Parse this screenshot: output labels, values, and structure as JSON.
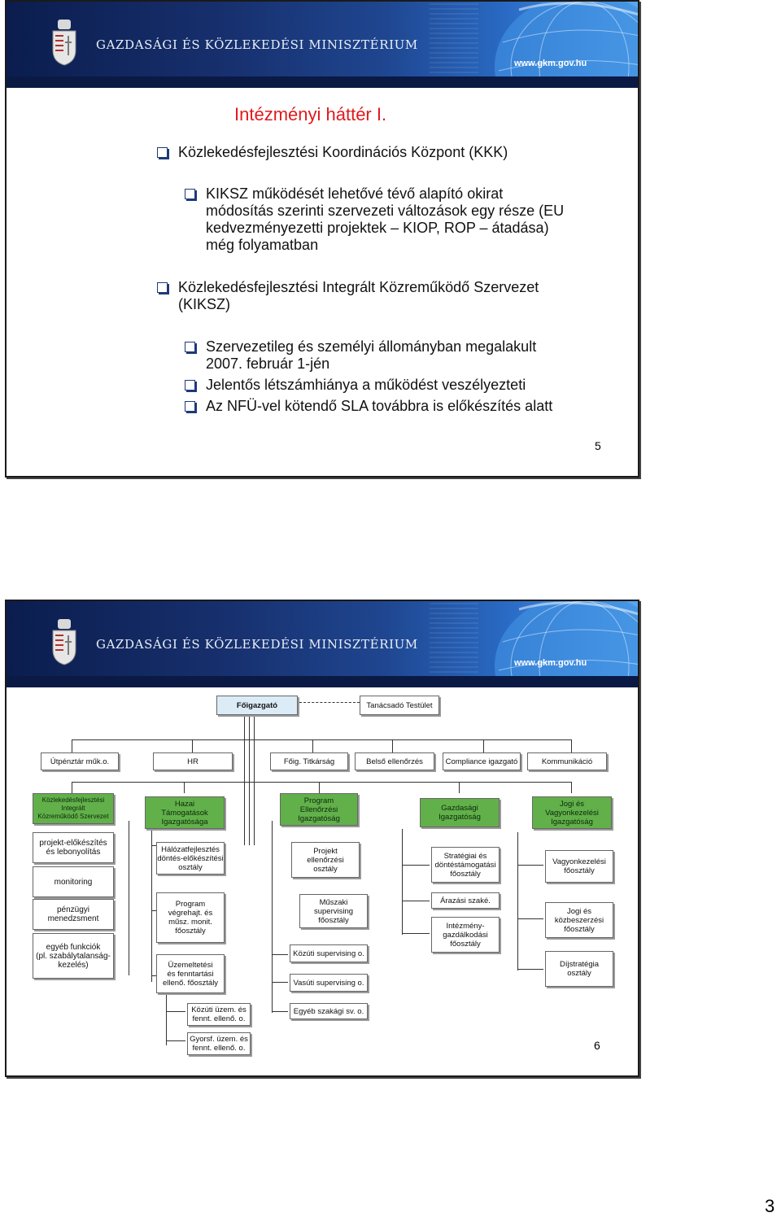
{
  "header": {
    "ministry": "GAZDASÁGI ÉS KÖZLEKEDÉSI MINISZTÉRIUM",
    "url": "www.gkm.gov.hu"
  },
  "slide1": {
    "title": "Intézményi háttér I.",
    "bullets": [
      "Közlekedésfejlesztési Koordinációs Központ (KKK)",
      "KIKSZ működését lehetővé tévő alapító okirat",
      "módosítás szerinti szervezeti változások egy része (EU",
      "kedvezményezetti projektek – KIOP, ROP – átadása)",
      "még folyamatban",
      "Közlekedésfejlesztési Integrált Közreműködő Szervezet",
      "(KIKSZ)",
      "Szervezetileg és személyi állományban megalakult",
      "2007. február 1-jén",
      "Jelentős létszámhiánya a működést veszélyezteti",
      "Az NFÜ-vel kötendő SLA továbbra is előkészítés alatt"
    ],
    "page_number": "5"
  },
  "slide2": {
    "top": {
      "director": "Főigazgató",
      "advisory": "Tanácsadó Testület"
    },
    "row1": [
      "Útpénztár műk.o.",
      "HR",
      "Főig. Titkárság",
      "Belső ellenőrzés",
      "Compliance igazgató",
      "Kommunikáció"
    ],
    "directorates": [
      [
        "Közlekedésfejlesztési",
        "Integrált",
        "Közreműködő Szervezet"
      ],
      [
        "Hazai",
        "Támogatások",
        "Igazgatósága"
      ],
      [
        "Program",
        "Ellenőrzési",
        "Igazgatóság"
      ],
      [
        "Gazdasági",
        "Igazgatóság"
      ],
      [
        "Jogi és",
        "Vagyonkezelési",
        "Igazgatóság"
      ]
    ],
    "col1": [
      "projekt-előkészítés",
      "és lebonyolítás",
      "monitoring",
      "pénzügyi",
      "menedzsment",
      "egyéb funkciók",
      "(pl. szabálytalanság-",
      "kezelés)"
    ],
    "col2": [
      [
        "Hálózatfejlesztés",
        "döntés-előkészítési",
        "osztály"
      ],
      [
        "Program",
        "végrehajt. és",
        "műsz. monit.",
        "főosztály"
      ],
      [
        "Üzemeltetési",
        "és fenntartási",
        "ellenő. főosztály"
      ],
      [
        "Közúti üzem. és",
        "fennt. ellenő. o."
      ],
      [
        "Gyorsf. üzem. és",
        "fennt. ellenő. o."
      ]
    ],
    "col3": [
      [
        "Projekt",
        "ellenőrzési",
        "osztály"
      ],
      [
        "Műszaki",
        "supervising",
        "főosztály"
      ],
      [
        "Közúti supervising o."
      ],
      [
        "Vasúti supervising o."
      ],
      [
        "Egyéb szakági sv. o."
      ]
    ],
    "col4": [
      [
        "Stratégiai és",
        "döntéstámogatási",
        "főosztály"
      ],
      [
        "Árazási szaké."
      ],
      [
        "Intézmény-",
        "gazdálkodási",
        "főosztály"
      ]
    ],
    "col5": [
      [
        "Vagyonkezelési",
        "főosztály"
      ],
      [
        "Jogi és",
        "közbeszerzési",
        "főosztály"
      ],
      [
        "Díjstratégia",
        "osztály"
      ]
    ],
    "page_number": "6"
  },
  "document_page_number": "3",
  "colors": {
    "title_red": "#e0191d",
    "directorate_green": "#62b04a",
    "banner_navy": "#0b1d4e"
  }
}
